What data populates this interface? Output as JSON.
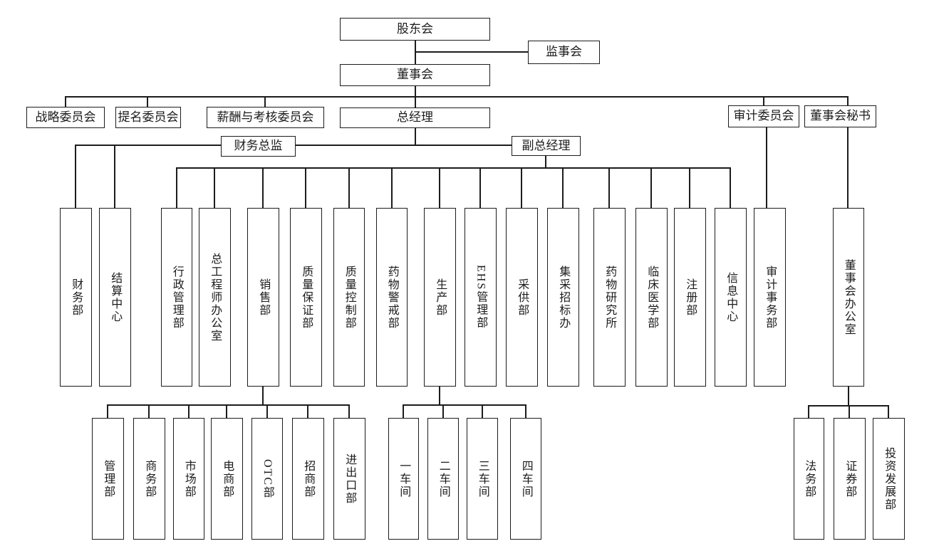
{
  "diagram": {
    "type": "org-chart",
    "colors": {
      "line": "#1c1c1c",
      "box_background": "#ffffff",
      "text": "#1c1c1c"
    },
    "nodes": {
      "shareholders": {
        "label": "股东会"
      },
      "supervisory_board": {
        "label": "监事会"
      },
      "board_of_directors": {
        "label": "董事会"
      },
      "strategy_committee": {
        "label": "战略委员会"
      },
      "nomination_committee": {
        "label": "提名委员会"
      },
      "remuneration_committee": {
        "label": "薪酬与考核委员会"
      },
      "general_manager": {
        "label": "总经理"
      },
      "audit_committee": {
        "label": "审计委员会"
      },
      "board_secretary": {
        "label": "董事会秘书"
      },
      "cfo": {
        "label": "财务总监"
      },
      "deputy_gm": {
        "label": "副总经理"
      },
      "finance_dept": {
        "label": "财务部"
      },
      "settlement_center": {
        "label": "结算中心"
      },
      "admin_dept": {
        "label": "行政管理部"
      },
      "chief_engineer_office": {
        "label": "总工程师办公室"
      },
      "sales_dept": {
        "label": "销售部"
      },
      "qa_dept": {
        "label": "质量保证部"
      },
      "qc_dept": {
        "label": "质量控制部"
      },
      "pharmacovigilance_dept": {
        "label": "药物警戒部"
      },
      "production_dept": {
        "label": "生产部"
      },
      "ehs_dept": {
        "label": "EHS管理部"
      },
      "procurement_dept": {
        "label": "采供部"
      },
      "bidding_office": {
        "label": "集采招标办"
      },
      "drug_research_institute": {
        "label": "药物研究所"
      },
      "clinical_medicine_dept": {
        "label": "临床医学部"
      },
      "registration_dept": {
        "label": "注册部"
      },
      "information_center": {
        "label": "信息中心"
      },
      "audit_affairs_dept": {
        "label": "审计事务部"
      },
      "board_office": {
        "label": "董事会办公室"
      },
      "management_dept": {
        "label": "管理部"
      },
      "commerce_dept": {
        "label": "商务部"
      },
      "marketing_dept": {
        "label": "市场部"
      },
      "ecommerce_dept": {
        "label": "电商部"
      },
      "otc_dept": {
        "label": "OTC部"
      },
      "investment_attraction_dept": {
        "label": "招商部"
      },
      "import_export_dept": {
        "label": "进出口部"
      },
      "workshop_1": {
        "label": "一车间"
      },
      "workshop_2": {
        "label": "二车间"
      },
      "workshop_3": {
        "label": "三车间"
      },
      "workshop_4": {
        "label": "四车间"
      },
      "legal_dept": {
        "label": "法务部"
      },
      "securities_dept": {
        "label": "证券部"
      },
      "investment_development_dept": {
        "label": "投资发展部"
      }
    },
    "edges": {
      "shareholders": [
        "supervisory_board",
        "board_of_directors"
      ],
      "board_of_directors": [
        "strategy_committee",
        "nomination_committee",
        "remuneration_committee",
        "general_manager",
        "audit_committee",
        "board_secretary"
      ],
      "general_manager": [
        "cfo",
        "deputy_gm"
      ],
      "cfo": [
        "finance_dept",
        "settlement_center"
      ],
      "deputy_gm": [
        "admin_dept",
        "chief_engineer_office",
        "sales_dept",
        "qa_dept",
        "qc_dept",
        "pharmacovigilance_dept",
        "production_dept",
        "ehs_dept",
        "procurement_dept",
        "bidding_office",
        "drug_research_institute",
        "clinical_medicine_dept",
        "registration_dept",
        "information_center"
      ],
      "audit_committee": [
        "audit_affairs_dept"
      ],
      "board_secretary": [
        "board_office"
      ],
      "sales_dept": [
        "management_dept",
        "commerce_dept",
        "marketing_dept",
        "ecommerce_dept",
        "otc_dept",
        "investment_attraction_dept",
        "import_export_dept"
      ],
      "production_dept": [
        "workshop_1",
        "workshop_2",
        "workshop_3",
        "workshop_4"
      ],
      "board_office": [
        "legal_dept",
        "securities_dept",
        "investment_development_dept"
      ]
    }
  }
}
